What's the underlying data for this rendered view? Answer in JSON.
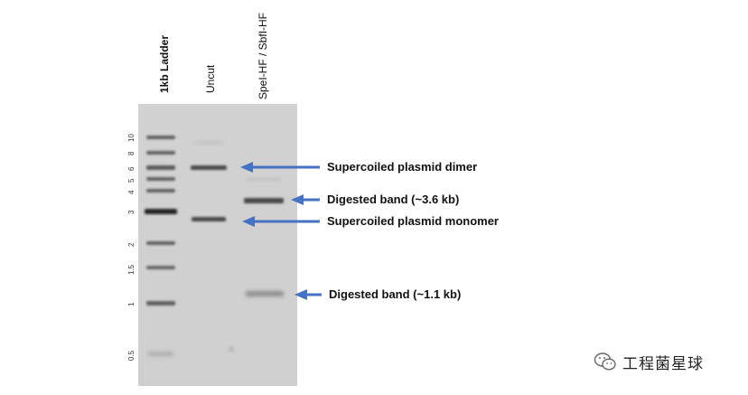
{
  "lanes": {
    "ladder": "1kb Ladder",
    "uncut": "Uncut",
    "digest": "SpeI-HF / SbfI-HF"
  },
  "ladder_sizes": [
    "10",
    "8",
    "6",
    "5",
    "4",
    "3",
    "2",
    "1.5",
    "1",
    "0.5"
  ],
  "annotations": {
    "dimer": "Supercoiled plasmid dimer",
    "digest_large": "Digested band (~3.6 kb)",
    "monomer": "Supercoiled plasmid monomer",
    "digest_small": "Digested band (~1.1 kb)"
  },
  "watermark": {
    "text": "工程菌星球",
    "icon": "wechat-icon"
  },
  "colors": {
    "arrow": "#4472C4",
    "gel": "#d3d3d3"
  }
}
